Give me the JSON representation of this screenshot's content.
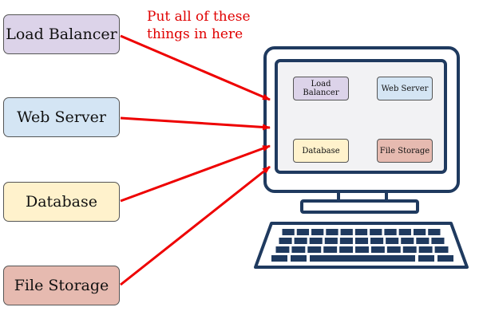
{
  "components": [
    {
      "id": "load-balancer",
      "label": "Load Balancer",
      "mini_label": "Load Balancer",
      "color": "#dcd3e9"
    },
    {
      "id": "web-server",
      "label": "Web Server",
      "mini_label": "Web Server",
      "color": "#d4e5f4"
    },
    {
      "id": "database",
      "label": "Database",
      "mini_label": "Database",
      "color": "#fff2cc"
    },
    {
      "id": "file-storage",
      "label": "File Storage",
      "mini_label": "File Storage",
      "color": "#e6bab0"
    }
  ],
  "annotation": "Put all of these things in here",
  "colors": {
    "arrow": "#ee0000",
    "computer_outline": "#1f3a5f",
    "screen_fill": "#f2f2f4"
  }
}
